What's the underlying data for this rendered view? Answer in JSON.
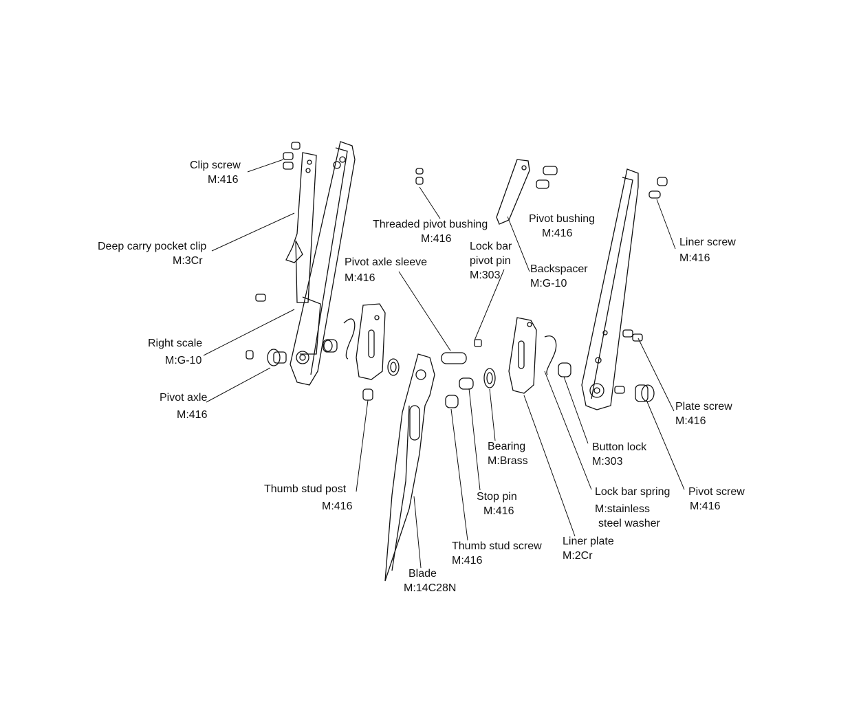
{
  "parts": [
    {
      "id": "clip-screw",
      "lines": [
        "Clip screw",
        "M:416"
      ]
    },
    {
      "id": "deep-carry-pocket-clip",
      "lines": [
        "Deep carry pocket clip",
        "M:3Cr"
      ]
    },
    {
      "id": "right-scale",
      "lines": [
        "Right scale",
        "M:G-10"
      ]
    },
    {
      "id": "pivot-axle",
      "lines": [
        "Pivot axle",
        "M:416"
      ]
    },
    {
      "id": "thumb-stud-post",
      "lines": [
        "Thumb stud post",
        "M:416"
      ]
    },
    {
      "id": "blade",
      "lines": [
        "Blade",
        "M:14C28N"
      ]
    },
    {
      "id": "thumb-stud-screw",
      "lines": [
        "Thumb stud screw",
        "M:416"
      ]
    },
    {
      "id": "stop-pin",
      "lines": [
        "Stop pin",
        "M:416"
      ]
    },
    {
      "id": "bearing",
      "lines": [
        "Bearing",
        "M:Brass"
      ]
    },
    {
      "id": "liner-plate",
      "lines": [
        "Liner plate",
        "M:2Cr"
      ]
    },
    {
      "id": "lock-bar-spring",
      "lines": [
        "Lock bar spring",
        "M:stainless",
        "steel washer"
      ]
    },
    {
      "id": "button-lock",
      "lines": [
        "Button lock",
        "M:303"
      ]
    },
    {
      "id": "pivot-screw",
      "lines": [
        "Pivot screw",
        "M:416"
      ]
    },
    {
      "id": "plate-screw",
      "lines": [
        "Plate screw",
        "M:416"
      ]
    },
    {
      "id": "liner-screw",
      "lines": [
        "Liner screw",
        "M:416"
      ]
    },
    {
      "id": "pivot-bushing",
      "lines": [
        "Pivot bushing",
        "M:416"
      ]
    },
    {
      "id": "backspacer",
      "lines": [
        "Backspacer",
        "M:G-10"
      ]
    },
    {
      "id": "lock-bar-pivot-pin",
      "lines": [
        "Lock bar",
        "pivot pin",
        "M:303"
      ]
    },
    {
      "id": "threaded-pivot-bushing",
      "lines": [
        "Threaded pivot bushing",
        "M:416"
      ]
    },
    {
      "id": "pivot-axle-sleeve",
      "lines": [
        "Pivot axle sleeve",
        "M:416"
      ]
    }
  ]
}
